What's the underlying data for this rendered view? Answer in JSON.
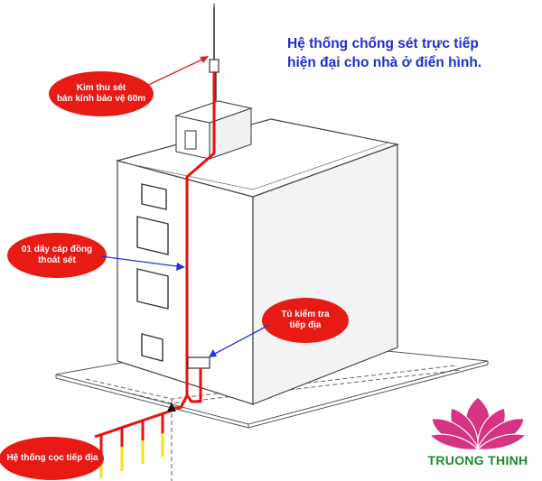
{
  "title": {
    "line1": "Hệ thống chống sét  trực tiếp",
    "line2": "hiện đại cho nhà ở điển hình."
  },
  "labels": {
    "lightning_rod": {
      "line1": "Kim thu sét",
      "line2": "bán kính bảo vệ 60m"
    },
    "down_conductor": {
      "line1": "01 dây cáp đồng",
      "line2": "thoát sét"
    },
    "test_box": {
      "line1": "Tủ kiểm tra",
      "line2": "tiếp địa"
    },
    "ground_rods": {
      "line1": "Hệ thống cọc tiếp địa"
    }
  },
  "brand": {
    "name": "TRUONG THINH"
  },
  "colors": {
    "conductor": "#e81010",
    "callout_fill": "#e81a14",
    "arrow_red": "#e02020",
    "arrow_blue": "#2233dd",
    "title": "#1f2fd0",
    "ground_rod": "#f5e21a",
    "lotus": "#d63384",
    "brand": "#1a8a2a"
  }
}
